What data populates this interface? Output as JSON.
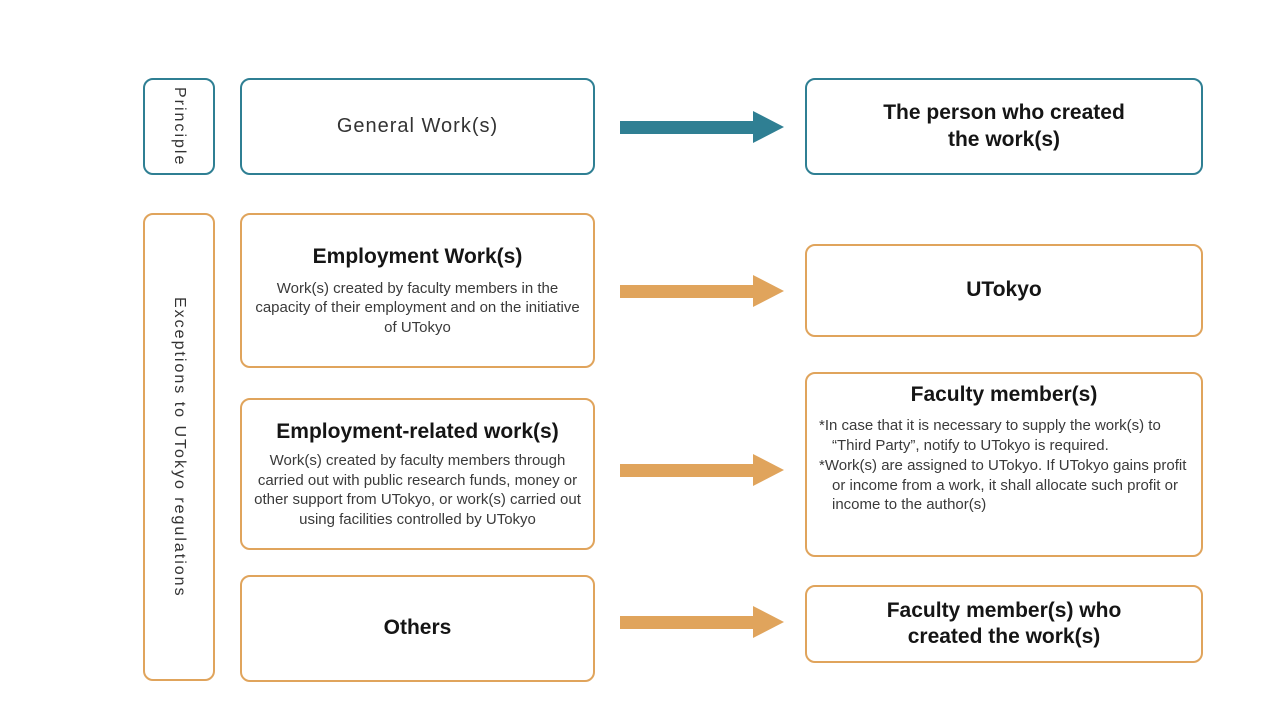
{
  "colors": {
    "teal": "#2f7f93",
    "orange": "#e0a45c"
  },
  "sidebar": {
    "principle_label": "Principle",
    "exceptions_label": "Exceptions to UTokyo regulations"
  },
  "rows": [
    {
      "left": {
        "title": "General Work(s)"
      },
      "right": {
        "title": "The person who created the work(s)"
      }
    },
    {
      "left": {
        "title": "Employment Work(s)",
        "desc": "Work(s) created by faculty members in the capacity of their employment and on the initiative of UTokyo"
      },
      "right": {
        "title": "UTokyo"
      }
    },
    {
      "left": {
        "title": "Employment-related work(s)",
        "desc": "Work(s) created by faculty members through carried out with public research funds, money or other support from UTokyo, or work(s) carried out using facilities controlled by UTokyo"
      },
      "right": {
        "title": "Faculty member(s)",
        "notes": [
          "*In case that it is necessary to supply the work(s) to “Third Party”, notify to UTokyo is required.",
          "*Work(s) are assigned to UTokyo. If UTokyo gains profit or income from a work, it shall allocate such profit or income to the author(s)"
        ]
      }
    },
    {
      "left": {
        "title": "Others"
      },
      "right": {
        "title": "Faculty member(s) who created the work(s)"
      }
    }
  ]
}
